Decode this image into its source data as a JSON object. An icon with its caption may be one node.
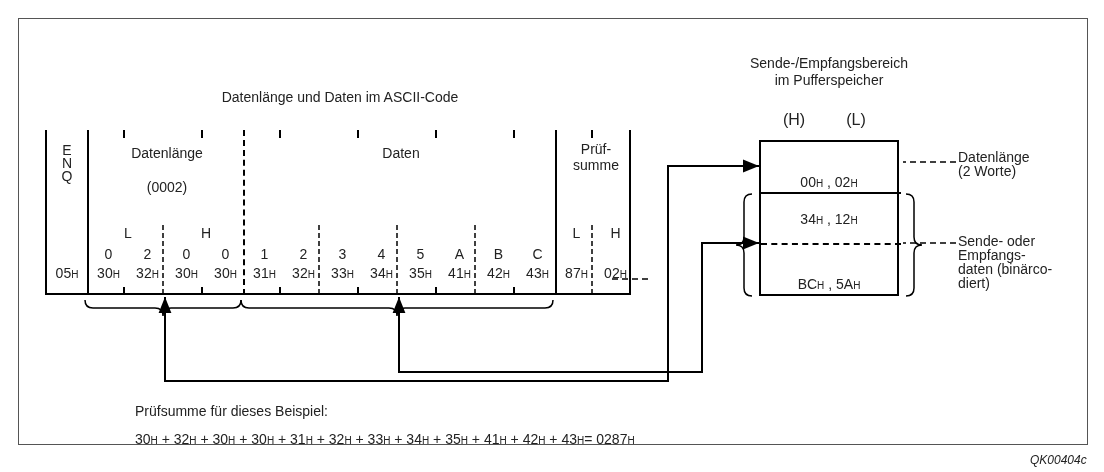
{
  "diagram": {
    "nodes": [
      {
        "text": [
          "Datenlänge und Daten im ASCII-Code"
        ]
      },
      {
        "text": [
          "E N Q",
          "05$_{H}$"
        ],
        "in": 0
      },
      {
        "text": [
          "Datenlänge",
          "(0002)",
          "L",
          "H",
          "0",
          "2",
          "0",
          "0",
          "30$_{H}$",
          "32$_{H}$",
          "30$_{H}$",
          "30$_{H}$"
        ],
        "in": 0
      },
      {
        "text": [
          "Daten",
          "1",
          "2",
          "3",
          "4",
          "5",
          "A",
          "B",
          "C",
          "31$_{H}$",
          "32$_{H}$",
          "33$_{H}$",
          "34$_{H}$",
          "35$_{H}$",
          "41$_{H}$",
          "42$_{H}$",
          "43$_{H}$"
        ],
        "in": 0
      },
      {
        "text": [
          "Prüf- summe",
          "L",
          "H",
          "87$_{H}$",
          "02$_{H}$"
        ],
        "in": 0
      },
      {
        "text": [
          "Sende-/Empfangsbereich im Pufferspeicher",
          "(H)",
          "(L)"
        ]
      },
      {
        "text": [
          "00$_{H}$ , 02$_{H}$"
        ],
        "in": 5
      },
      {
        "text": [
          "34$_{H}$ , 12$_{H}$",
          "BC$_{H}$ , 5A$_{H}$"
        ],
        "in": 5
      },
      {
        "text": [
          "Datenlänge (2 Worte)"
        ]
      },
      {
        "text": [
          "Sende- oder Empfangs- daten (binärco- diert)"
        ]
      }
    ],
    "edges": [
      {
        "from": 2,
        "to": 6,
        "arrow": "both"
      },
      {
        "from": 3,
        "to": 7,
        "arrow": "both"
      },
      {
        "from": 8,
        "to": 6,
        "arrow": "none",
        "style": "dashed"
      },
      {
        "from": 9,
        "to": 7,
        "arrow": "none",
        "style": "dashed"
      }
    ],
    "labels": [
      "Prüfsumme für dieses Beispiel:",
      "30$_{H}$ + 32$_{H}$ + 30$_{H}$ + 30$_{H}$ + 31$_{H}$ + 32$_{H}$ + 33$_{H}$ + 34$_{H}$ + 35$_{H}$ + 41$_{H}$ + 42$_{H}$ + 43$_{H}$= 0287$_{H}$",
      "QK00404c"
    ]
  }
}
